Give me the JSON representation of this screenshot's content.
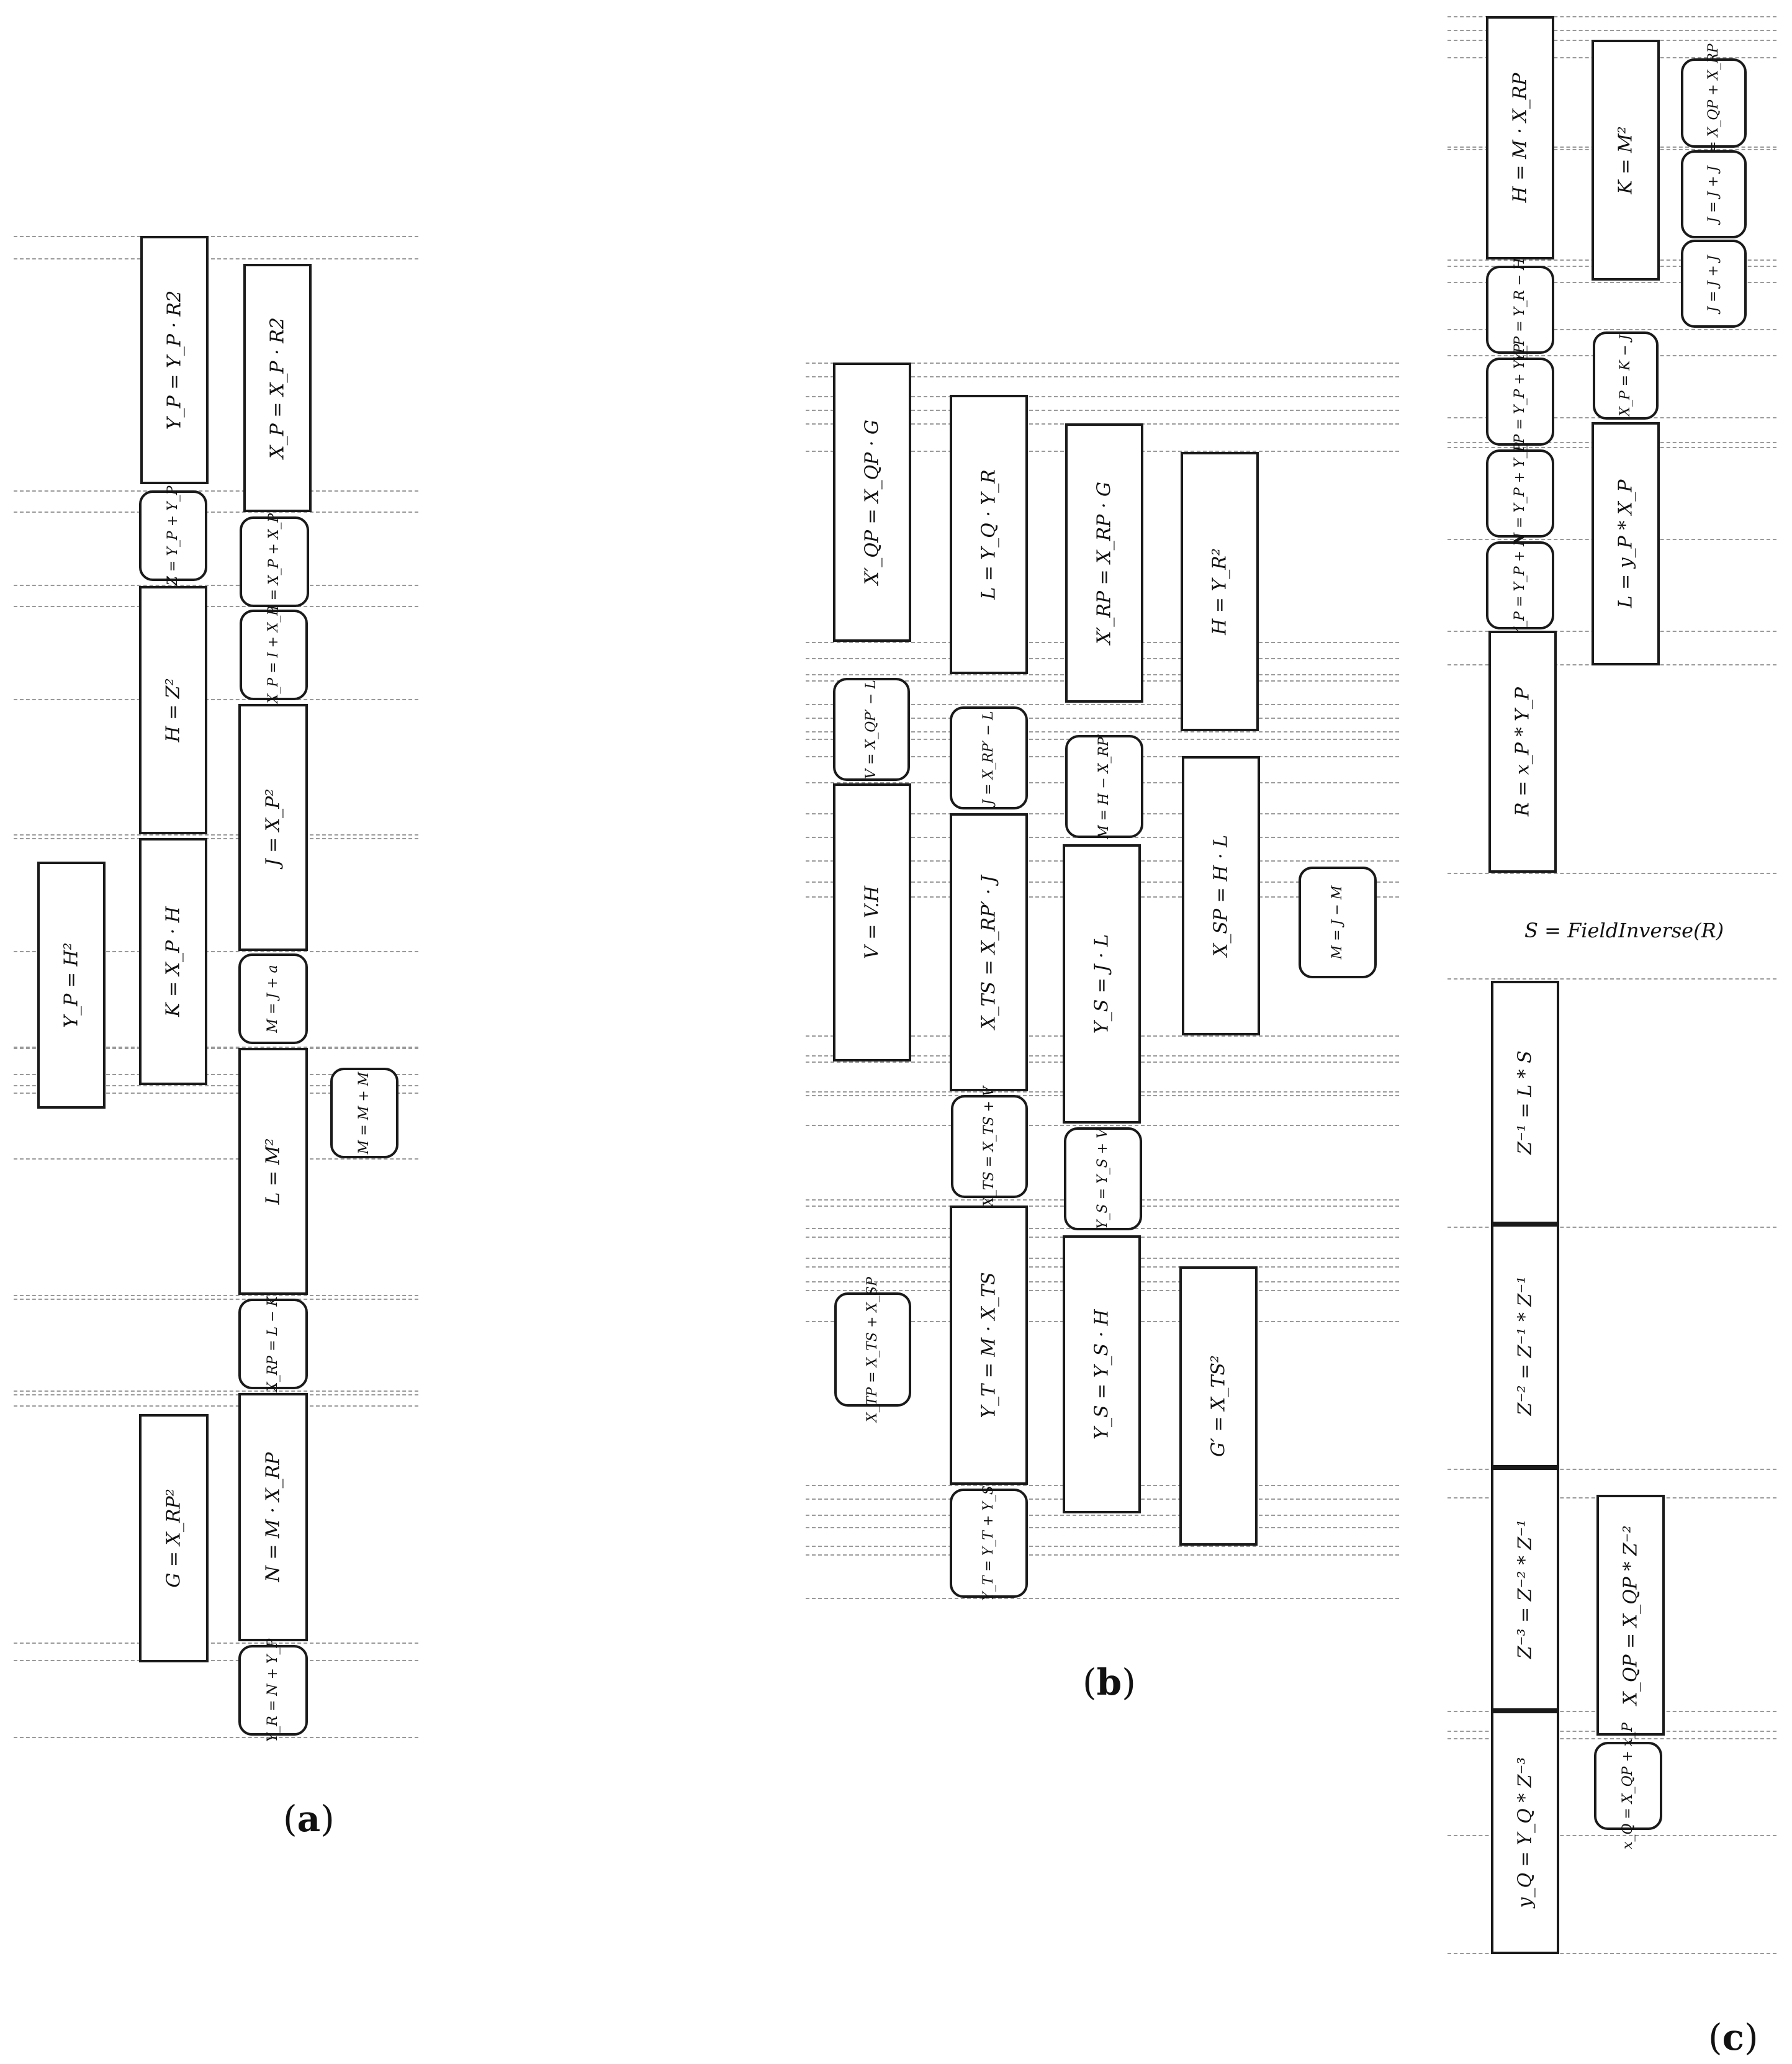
{
  "captions": {
    "a": "a",
    "b": "b",
    "c": "c"
  },
  "c_mid_label": "S = FieldInverse(R)",
  "panel_a": {
    "col1": [
      "Y_P = H²"
    ],
    "col2": [
      "Y_P = Y_P · R2",
      "Z = Y_P + Y_P",
      "H = Z²",
      "K = X_P · H",
      "G = X_RP²"
    ],
    "col3": [
      "X_P = X_P · R2",
      "I = X_P + X_P",
      "X_P = I + X_P",
      "J = X_P²",
      "M = J + a",
      "L = M²",
      "X_RP = L − K",
      "N = M · X_RP",
      "Y_R = N + Y_P"
    ],
    "col4": [
      "M = M + M"
    ]
  },
  "panel_b": {
    "col1": [
      "X′_QP = X_QP · G",
      "V = X_QP′ − L",
      "V = V.H",
      "X_TP = X_TS + X_SP"
    ],
    "col2": [
      "L = Y_Q · Y_R",
      "J = X_RP′ − L",
      "X_TS = X_RP′ · J",
      "X_TS = X_TS + V",
      "Y_T = M · X_TS",
      "Y_T = Y_T + Y_S"
    ],
    "col3": [
      "X′_RP = X_RP · G",
      "M = H − X_RP′",
      "Y_S = J · L",
      "Y_S = Y_S + V",
      "Y_S = Y_S · H"
    ],
    "col4": [
      "H = Y_R²",
      "X_SP = H · L",
      "G′ = X_TS²"
    ],
    "col5": [
      "M = J − M"
    ]
  },
  "panel_c": {
    "col1": [
      "H = M · X_RP",
      "Y_P = Y_R − H",
      "Y_P = Y_P + Y_P",
      "N = Y_P + Y_P",
      "Y_P = Y_P + N",
      "R = x_P * Y_P",
      "Z⁻¹ = L * S",
      "Z⁻² = Z⁻¹ * Z⁻¹",
      "Z⁻³ = Z⁻² * Z⁻¹",
      "y_Q = Y_Q * Z⁻³"
    ],
    "col2": [
      "K = M²",
      "X_P = K − J",
      "L = y_P * X_P",
      "X_QP = X_QP * Z⁻²",
      "x_Q = X_QP + x_P"
    ],
    "col3": [
      "J = X_QP + X_RP",
      "J = J + J",
      "J = J + J"
    ]
  }
}
